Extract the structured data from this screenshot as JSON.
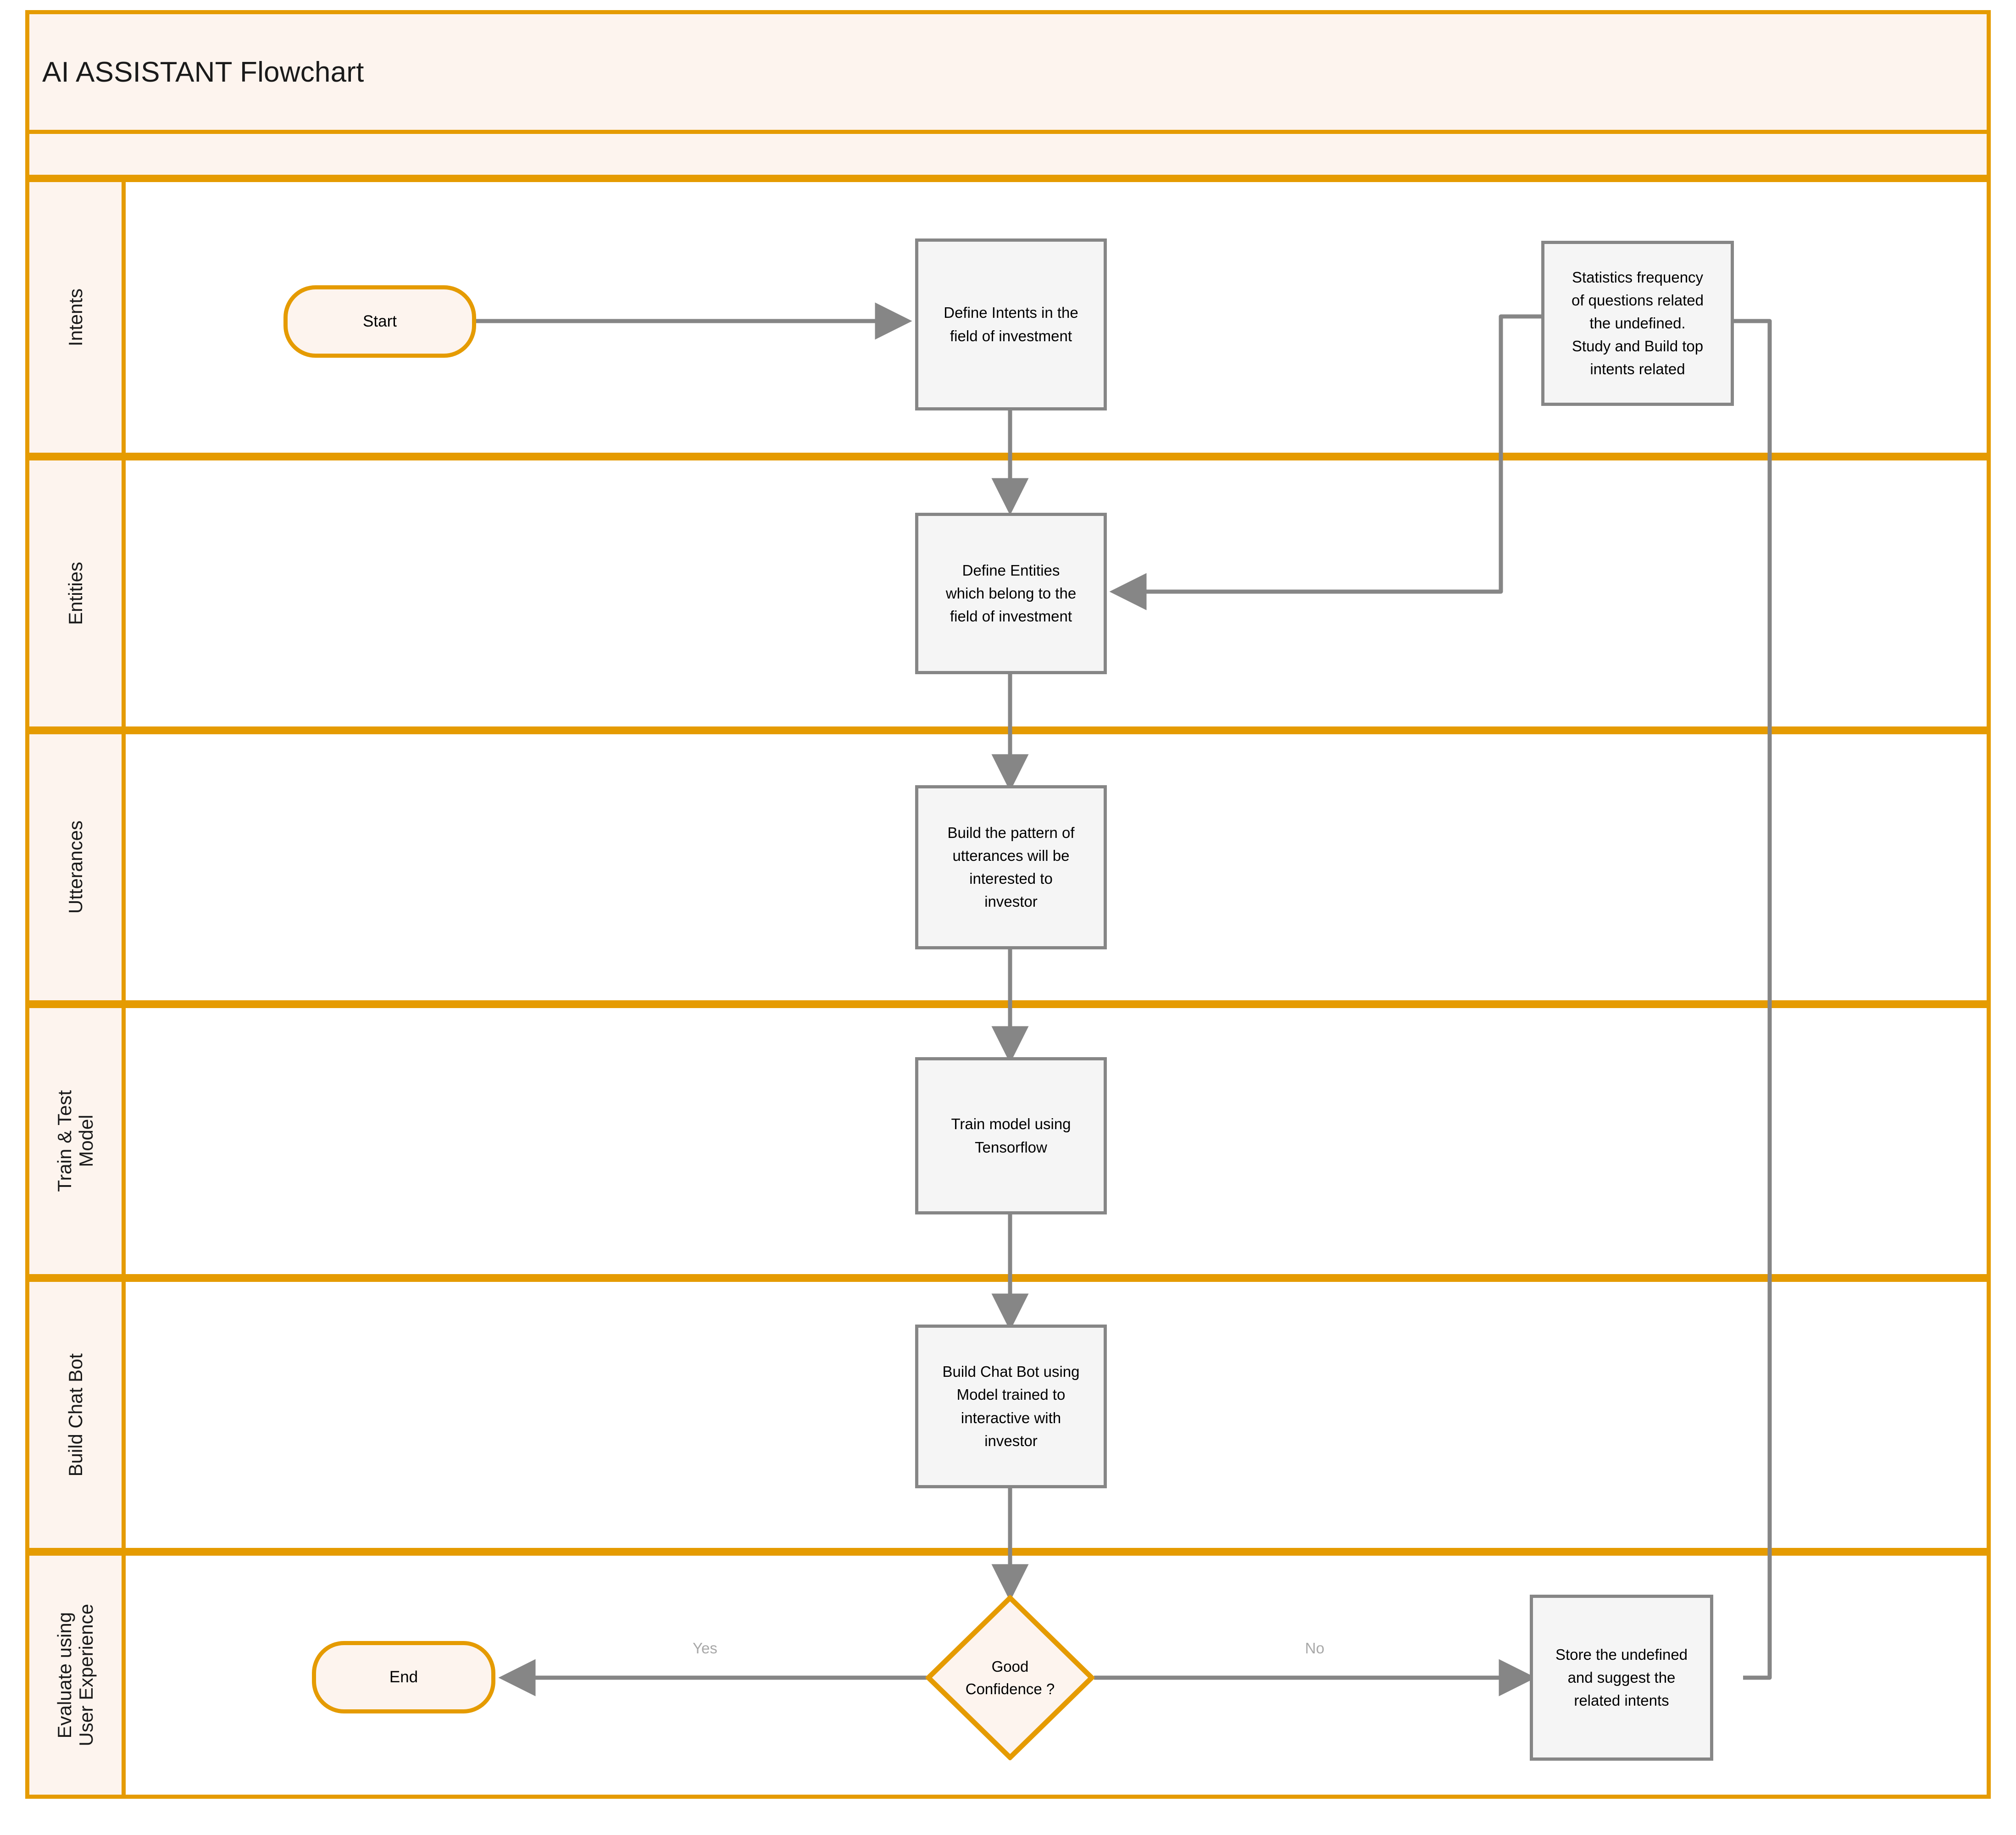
{
  "diagram": {
    "title": "AI ASSISTANT Flowchart",
    "accent_color": "#E59B01",
    "lane_fill": "#FDF4EE",
    "node_fill": "#F5F5F5",
    "node_border": "#868686",
    "connector_color": "#868686",
    "edge_label_color": "#A8A8A8"
  },
  "lanes": [
    {
      "id": "lane-intents",
      "label": "Intents"
    },
    {
      "id": "lane-entities",
      "label": "Entities"
    },
    {
      "id": "lane-utterances",
      "label": "Utterances"
    },
    {
      "id": "lane-train-test-model",
      "label": "Train & Test\nModel"
    },
    {
      "id": "lane-build-chat-bot",
      "label": "Build Chat Bot"
    },
    {
      "id": "lane-evaluate",
      "label": "Evaluate using\nUser Experience"
    }
  ],
  "nodes": {
    "start": {
      "label": "Start",
      "type": "terminator",
      "lane": "Intents"
    },
    "define_intents": {
      "label": "Define Intents in the\nfield of investment",
      "type": "process",
      "lane": "Intents"
    },
    "statistics": {
      "label": "Statistics frequency\nof questions related\nthe undefined.\nStudy and Build top\nintents related",
      "type": "process",
      "lane": "Intents"
    },
    "define_entities": {
      "label": "Define Entities\nwhich belong to the\nfield of investment",
      "type": "process",
      "lane": "Entities"
    },
    "build_utterances": {
      "label": "Build the pattern of\nutterances will be\ninterested to\ninvestor",
      "type": "process",
      "lane": "Utterances"
    },
    "train_model": {
      "label": "Train model using\nTensorflow",
      "type": "process",
      "lane": "Train & Test Model"
    },
    "build_chatbot": {
      "label": "Build Chat Bot using\nModel trained to\ninteractive with\ninvestor",
      "type": "process",
      "lane": "Build Chat Bot"
    },
    "good_confidence": {
      "label": "Good\nConfidence ?",
      "type": "decision",
      "lane": "Evaluate using User Experience"
    },
    "store_undefined": {
      "label": "Store the undefined\nand suggest the\nrelated intents",
      "type": "process",
      "lane": "Evaluate using User Experience"
    },
    "end": {
      "label": "End",
      "type": "terminator",
      "lane": "Evaluate using User Experience"
    }
  },
  "edge_labels": {
    "yes": "Yes",
    "no": "No"
  }
}
